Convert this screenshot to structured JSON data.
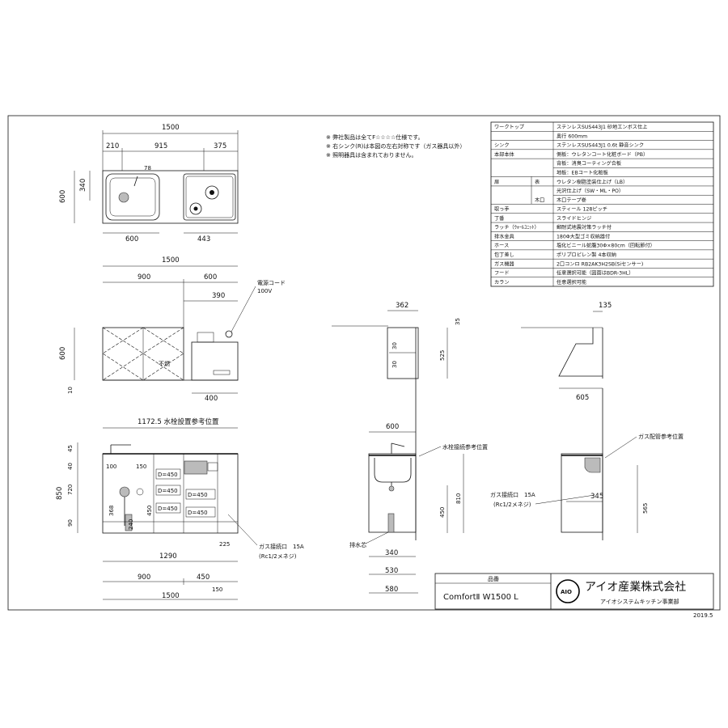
{
  "notes": [
    "※ 弊社製品は全てF☆☆☆☆仕様です。",
    "※ 右シンク(R)は本図の左右対称です（ガス器具以外）",
    "※ 照明器具は含まれておりません。"
  ],
  "spec_rows": [
    {
      "label": "ワークトップ",
      "sub": "",
      "value": "ステンレスSUS443J1 砂地エンボス仕上"
    },
    {
      "label": "",
      "sub": "",
      "value": "奥行 600mm"
    },
    {
      "label": "シンク",
      "sub": "",
      "value": "ステンレスSUS443J1 0.6t    静音シンク"
    },
    {
      "label": "本部本体",
      "sub": "",
      "value": "側板：ウレタンコート化粧ボード（PB）"
    },
    {
      "label": "",
      "sub": "",
      "value": "背板：消臭コーティング合板"
    },
    {
      "label": "",
      "sub": "",
      "value": "地板：EBコート化粧板"
    },
    {
      "label": "扉",
      "sub": "表",
      "value": "ウレタン樹脂塗装仕上げ（LB）"
    },
    {
      "label": "",
      "sub": "",
      "value": "光沢仕上げ（SW・ML・PO）"
    },
    {
      "label": "",
      "sub": "木口",
      "value": "木口テープ巻"
    },
    {
      "label": "取っ手",
      "sub": "",
      "value": "スティール 128ピッチ"
    },
    {
      "label": "丁番",
      "sub": "",
      "value": "スライドヒンジ"
    },
    {
      "label": "ラッチ（ｳｫｰﾙﾕﾆｯﾄ）",
      "sub": "",
      "value": "郵耐式地震対策ラッチ付"
    },
    {
      "label": "排水金具",
      "sub": "",
      "value": "180Φ大型ゴミ収納器付"
    },
    {
      "label": "ホース",
      "sub": "",
      "value": "塩化ビニール蛇腹30Φ×80cm（回転節付）"
    },
    {
      "label": "包丁差し",
      "sub": "",
      "value": "ポリプロピレン製 4本収納"
    },
    {
      "label": "ガス機器",
      "sub": "",
      "value": "2口コンロ RB2AK3H2SB(Siセンサー)"
    },
    {
      "label": "フード",
      "sub": "",
      "value": "任意選択可能（図面はBDR-3HL）"
    },
    {
      "label": "カラン",
      "sub": "",
      "value": "任意選択可能"
    }
  ],
  "dims": {
    "top_total": "1500",
    "top_a": "210",
    "top_b": "915",
    "top_c": "375",
    "top_h": "600",
    "sink_h": "340",
    "faucet": "78",
    "top_w1": "600",
    "top_w2": "443",
    "wall_total": "1500",
    "wall_a": "900",
    "wall_b": "600",
    "wall_c": "390",
    "wall_h": "600",
    "wall_gap": "10",
    "wall_box": "400",
    "cord": "電源コード",
    "cord_v": "100V",
    "hood_mark": "不燃",
    "water_pos": "1172.5 水栓設置参考位置",
    "f_45": "45",
    "f_40": "40",
    "f_850": "850",
    "f_720": "720",
    "f_90": "90",
    "f_100": "100",
    "f_150": "150",
    "f_368": "368",
    "f_450": "450",
    "f_240": "240",
    "drawer1": "D=450",
    "drawer2": "D=450",
    "drawer3": "D=450",
    "drawer4": "D=450",
    "drawer5": "D=450",
    "f_225": "225",
    "f_1290": "1290",
    "f_900": "900",
    "f_450b": "450",
    "f_1500": "1500",
    "f_150b": "150",
    "gas_port": "ガス接続口　15A",
    "gas_port2": "(Rc1/2メネジ)",
    "s_362": "362",
    "s_35": "35",
    "s_30a": "30",
    "s_30b": "30",
    "s_525": "525",
    "s_600": "600",
    "s_faucet_ref": "水栓接続参考位置",
    "s_810": "810",
    "s_450": "450",
    "s_drain": "排水芯",
    "s_340": "340",
    "s_530": "530",
    "s_580": "580",
    "r_135": "135",
    "r_605": "605",
    "r_gas_ref": "ガス配管参考位置",
    "r_gas_port": "ガス接続口　15A",
    "r_gas_port2": "(Rc1/2メネジ)",
    "r_345": "345",
    "r_565": "565"
  },
  "title_block": {
    "label": "品番",
    "product": "ComfortⅡ W1500 L",
    "company": "アイオ産業株式会社",
    "division": "アイオシステムキッチン事業部",
    "logo": "AIO"
  },
  "date": "2019.5"
}
